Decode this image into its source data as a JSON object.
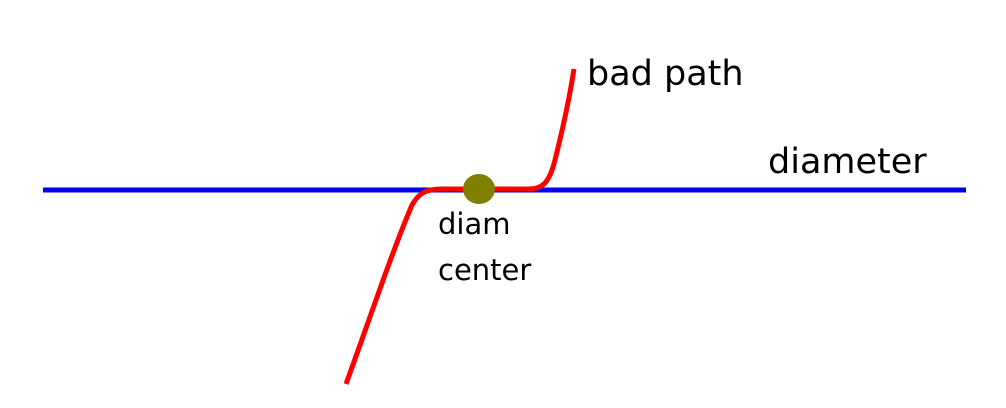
{
  "labels": {
    "bad_path": "bad path",
    "diameter": "diameter",
    "center_line1": "diam",
    "center_line2": "center"
  },
  "colors": {
    "diameter_line": "#0000ee",
    "bad_path_curve": "#ff0000",
    "center_dot": "#808000",
    "text": "#000000",
    "background": "#ffffff"
  }
}
